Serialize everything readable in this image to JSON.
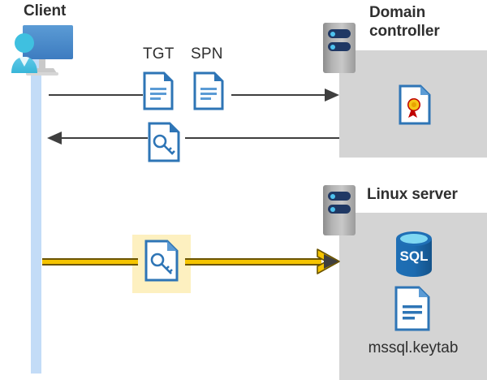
{
  "diagram": {
    "title_client": "Client",
    "title_domain_controller": "Domain\ncontroller",
    "title_linux_server": "Linux server",
    "colors": {
      "panel_gray": "#d4d4d4",
      "lifeline_blue": "#c3dcf7",
      "highlight_yellow": "#fdf0c0",
      "arrow_yellow": "#f5c400",
      "arrow_gray": "#3f3f3f",
      "doc_blue": "#2e75b6",
      "sql_blue": "#1f6fb5",
      "heading_gray": "#2f2f2f",
      "server_navy": "#1f3864",
      "seal_gold": "#f5c518",
      "seal_red": "#c00000"
    }
  },
  "labels": {
    "tgt": "TGT",
    "spn": "SPN",
    "keytab_file": "mssql.keytab",
    "sql_text": "SQL"
  },
  "icons": {
    "client": "client-computer-user-icon",
    "server_rack": "server-rack-icon",
    "tgt_document": "document-icon",
    "spn_document": "document-icon",
    "key_document": "key-document-icon",
    "certificate": "certificate-document-icon",
    "sql_database": "sql-database-icon",
    "keytab_document": "document-icon"
  },
  "flows": [
    {
      "name": "request-tgt-spn",
      "direction": "client-to-domain-controller",
      "style": "gray-arrow"
    },
    {
      "name": "return-service-ticket",
      "direction": "domain-controller-to-client",
      "style": "gray-arrow"
    },
    {
      "name": "present-ticket-to-linux-server",
      "direction": "client-to-linux-server",
      "style": "yellow-highlighted-arrow"
    }
  ]
}
